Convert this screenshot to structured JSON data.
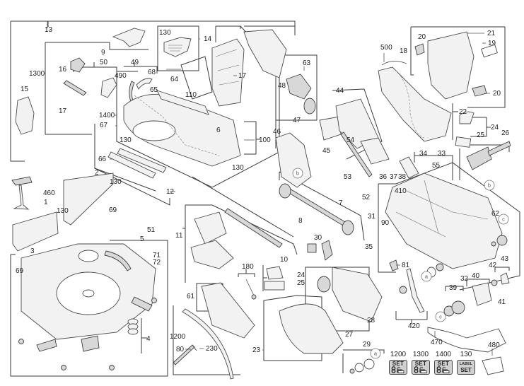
{
  "diagram": {
    "title": "",
    "type": "exploded parts view (miter saw)",
    "labels": {
      "13": "13",
      "1300": "1300",
      "9": "9",
      "50": "50",
      "49": "49",
      "490": "490",
      "68": "68",
      "16": "16",
      "15": "15",
      "17a": "17",
      "130a": "130",
      "14": "14",
      "64": "64",
      "65": "65",
      "110": "110",
      "17b": "17",
      "63": "63",
      "48": "48",
      "47": "47",
      "1400": "1400",
      "67": "67",
      "130b": "130",
      "6": "6",
      "100": "100",
      "66": "66",
      "130c": "130",
      "12": "12",
      "46": "46",
      "45": "45",
      "44": "44",
      "54": "54",
      "53": "53",
      "52": "52",
      "36": "36",
      "37": "37",
      "38": "38",
      "500": "500",
      "18": "18",
      "20a": "20",
      "21": "21",
      "19": "19",
      "20b": "20",
      "22": "22",
      "34": "34",
      "33": "33",
      "24a": "24",
      "25a": "25",
      "26": "26",
      "55": "55",
      "410": "410",
      "31": "31",
      "90": "90",
      "62": "62",
      "35": "35",
      "7": "7",
      "8": "8",
      "2": "2",
      "130d": "130",
      "460": "460",
      "1": "1",
      "130e": "130",
      "69a": "69",
      "51": "51",
      "11": "11",
      "10": "10",
      "30": "30",
      "3": "3",
      "5": "5",
      "69b": "69",
      "71": "71",
      "72": "72",
      "4": "4",
      "1200": "1200",
      "180": "180",
      "24b": "24",
      "25b": "25",
      "61": "61",
      "80": "80",
      "230": "230",
      "23": "23",
      "27": "27",
      "28": "28",
      "81": "81",
      "420": "420",
      "32": "32",
      "40": "40",
      "39": "39",
      "42": "42",
      "43": "43",
      "41": "41",
      "470": "470",
      "480": "480",
      "29": "29"
    },
    "reference_circles": [
      "a",
      "b",
      "c"
    ],
    "kits": [
      {
        "number": "1200",
        "badge_text": "SET",
        "icon": "screw-washer-set-icon"
      },
      {
        "number": "1300",
        "badge_text": "SET",
        "icon": "screw-washer-set-icon"
      },
      {
        "number": "1400",
        "badge_text": "SET",
        "icon": "screw-washer-set-icon"
      },
      {
        "number": "130",
        "badge_small": "LABEL",
        "badge_text": "SET",
        "icon": "label-set-icon"
      }
    ]
  }
}
